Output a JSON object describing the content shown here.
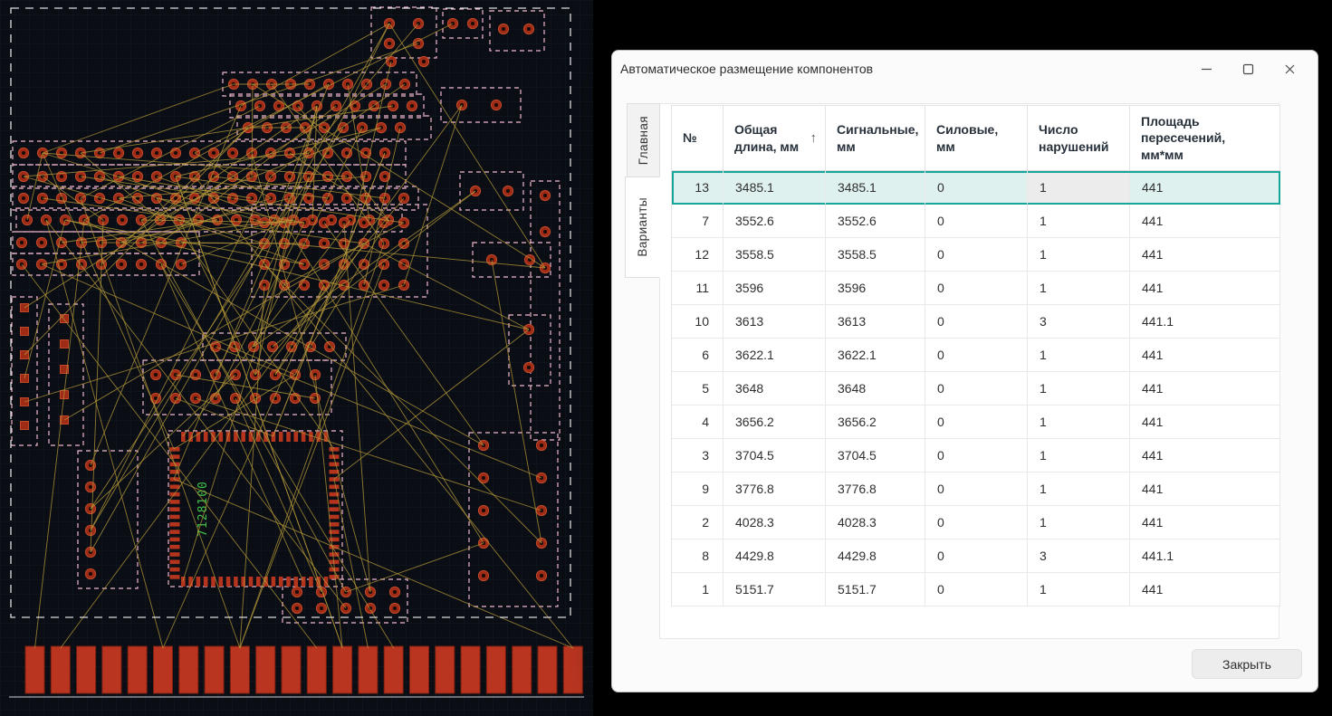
{
  "pcb": {
    "chip_label": "7128100"
  },
  "dialog": {
    "title": "Автоматическое размещение компонентов",
    "tabs": [
      {
        "label": "Главная",
        "active": false
      },
      {
        "label": "Варианты",
        "active": true
      }
    ],
    "table": {
      "columns": [
        {
          "label": "№"
        },
        {
          "label": "Общая длина, мм",
          "sorted": "asc"
        },
        {
          "label": "Сигнальные, мм"
        },
        {
          "label": "Силовые, мм"
        },
        {
          "label": "Число нарушений"
        },
        {
          "label": "Площадь пересечений, мм*мм"
        }
      ],
      "rows": [
        [
          "13",
          "3485.1",
          "3485.1",
          "0",
          "1",
          "441"
        ],
        [
          "7",
          "3552.6",
          "3552.6",
          "0",
          "1",
          "441"
        ],
        [
          "12",
          "3558.5",
          "3558.5",
          "0",
          "1",
          "441"
        ],
        [
          "11",
          "3596",
          "3596",
          "0",
          "1",
          "441"
        ],
        [
          "10",
          "3613",
          "3613",
          "0",
          "3",
          "441.1"
        ],
        [
          "6",
          "3622.1",
          "3622.1",
          "0",
          "1",
          "441"
        ],
        [
          "5",
          "3648",
          "3648",
          "0",
          "1",
          "441"
        ],
        [
          "4",
          "3656.2",
          "3656.2",
          "0",
          "1",
          "441"
        ],
        [
          "3",
          "3704.5",
          "3704.5",
          "0",
          "1",
          "441"
        ],
        [
          "9",
          "3776.8",
          "3776.8",
          "0",
          "1",
          "441"
        ],
        [
          "2",
          "4028.3",
          "4028.3",
          "0",
          "1",
          "441"
        ],
        [
          "8",
          "4429.8",
          "4429.8",
          "0",
          "3",
          "441.1"
        ],
        [
          "1",
          "5151.7",
          "5151.7",
          "0",
          "1",
          "441"
        ]
      ],
      "selected_row_index": 0,
      "focused_cell": {
        "row": 0,
        "col": 4
      }
    },
    "close_button_label": "Закрыть"
  },
  "colors": {
    "accent": "#16a79a",
    "selection_bg": "#def1ef",
    "pad_red": "#9e2b16",
    "pad_rim": "#c2482a",
    "ratsnest": "#b49739",
    "outline_pink": "#f0b6cf",
    "board_bg": "#0a0e14",
    "chip_label_green": "#3ec24a"
  }
}
